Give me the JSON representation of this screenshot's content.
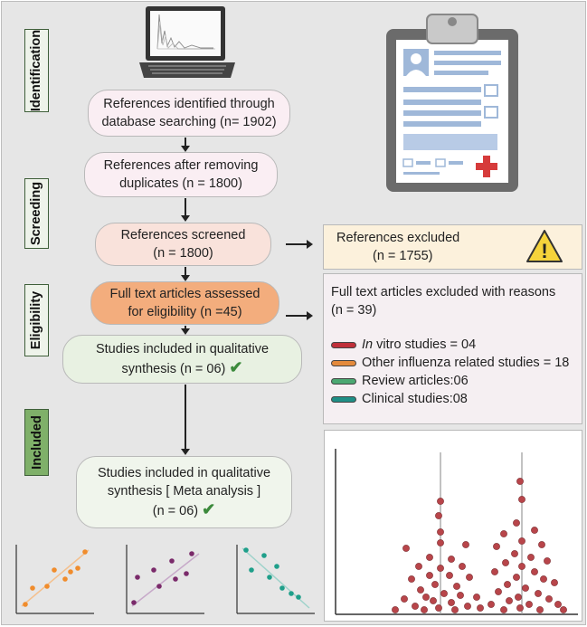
{
  "stages": [
    {
      "id": "identification",
      "label": "Identification"
    },
    {
      "id": "screening",
      "label": "Screeding"
    },
    {
      "id": "eligibility",
      "label": "Eligibility"
    },
    {
      "id": "included",
      "label": "Included"
    }
  ],
  "boxes": {
    "identified": {
      "line1": "References identified through",
      "line2": "database searching (n= 1902)"
    },
    "after_duplicates": {
      "line1": "References after removing",
      "line2": "duplicates (n = 1800)"
    },
    "screened": {
      "line1": "References screened",
      "line2": "(n = 1800)"
    },
    "full_text": {
      "line1": "Full text articles assessed",
      "line2": "for eligibility (n =45)"
    },
    "qualitative": {
      "line1": "Studies included in qualitative",
      "line2": "synthesis (n = 06)"
    },
    "meta": {
      "line1": "Studies included in qualitative",
      "line2": "synthesis [ Meta analysis ]",
      "line3": "(n = 06)"
    },
    "excluded": {
      "line1": "References excluded",
      "line2": "(n = 1755)"
    },
    "excluded_reasons": {
      "line1": "Full text articles excluded with reasons",
      "line2": "(n = 39)",
      "items": [
        {
          "italic": "In",
          "text": " vitro studies = 04",
          "color": "#c0303a"
        },
        {
          "italic": "",
          "text": "Other influenza related studies = 18",
          "color": "#e48a3c"
        },
        {
          "italic": "",
          "text": "Review articles:06",
          "color": "#4ba872"
        },
        {
          "italic": "",
          "text": "Clinical studies:08",
          "color": "#1f8f86"
        }
      ]
    }
  },
  "icons": {
    "check": "✔",
    "warning": "!"
  },
  "colors": {
    "pink_box": "#faeef3",
    "salmon_box": "#f9e2db",
    "orange_box": "#f3ad7d",
    "green_box": "#e8f1e2",
    "light_green_box": "#f0f5ec",
    "yellow_box": "#fcf1dc",
    "lavender_box": "#f5eff2",
    "stage_fill_light": "#eef3ea",
    "stage_fill_dark": "#7fb069",
    "dots": "#b8454a"
  }
}
